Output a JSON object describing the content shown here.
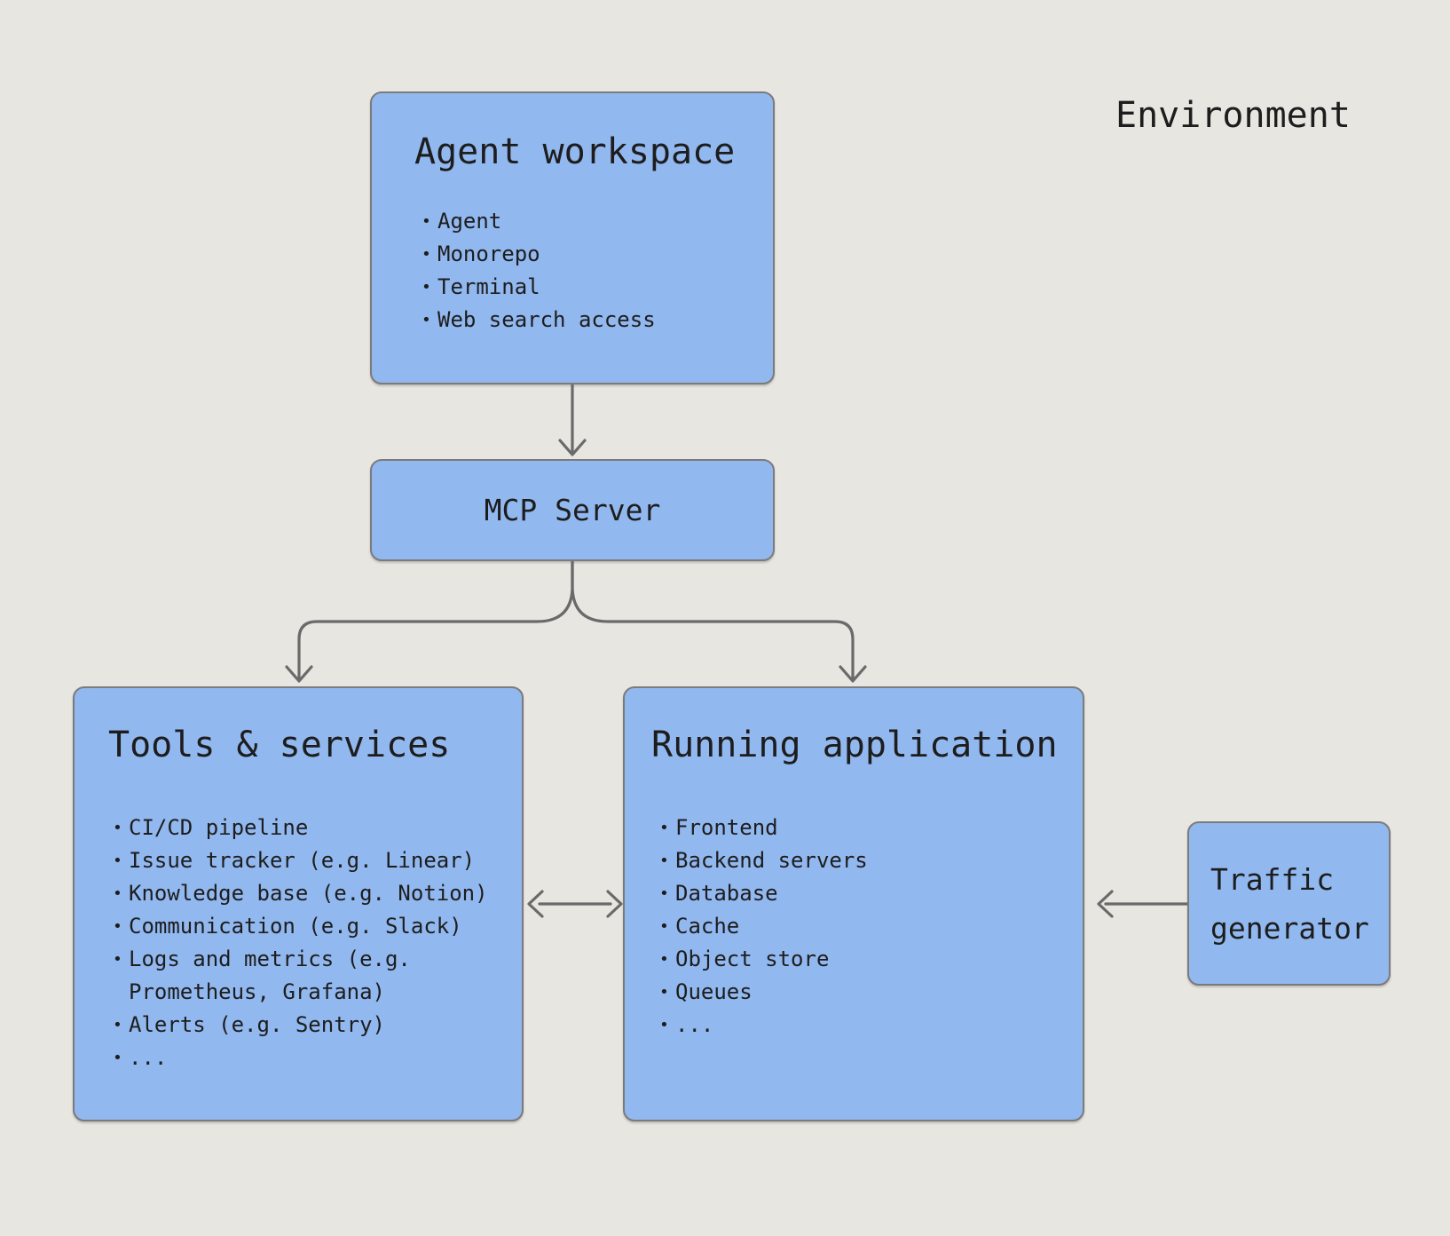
{
  "environment_label": "Environment",
  "boxes": {
    "agent_workspace": {
      "title": "Agent workspace",
      "items": [
        "Agent",
        "Monorepo",
        "Terminal",
        "Web search access"
      ]
    },
    "mcp_server": {
      "title": "MCP Server"
    },
    "tools_services": {
      "title": "Tools & services",
      "items": [
        "CI/CD pipeline",
        "Issue tracker (e.g. Linear)",
        "Knowledge base (e.g. Notion)",
        "Communication (e.g. Slack)",
        "Logs and metrics (e.g. Prometheus, Grafana)",
        "Alerts (e.g. Sentry)",
        "..."
      ]
    },
    "running_application": {
      "title": "Running application",
      "items": [
        "Frontend",
        "Backend servers",
        "Database",
        "Cache",
        "Object store",
        "Queues",
        "..."
      ]
    },
    "traffic_generator": {
      "title": "Traffic generator"
    }
  },
  "colors": {
    "background": "#e8e6e1",
    "box_fill": "#92b8f0",
    "box_border": "#7b7b7b",
    "arrow": "#6a6a6a",
    "text": "#1d1d1d"
  }
}
